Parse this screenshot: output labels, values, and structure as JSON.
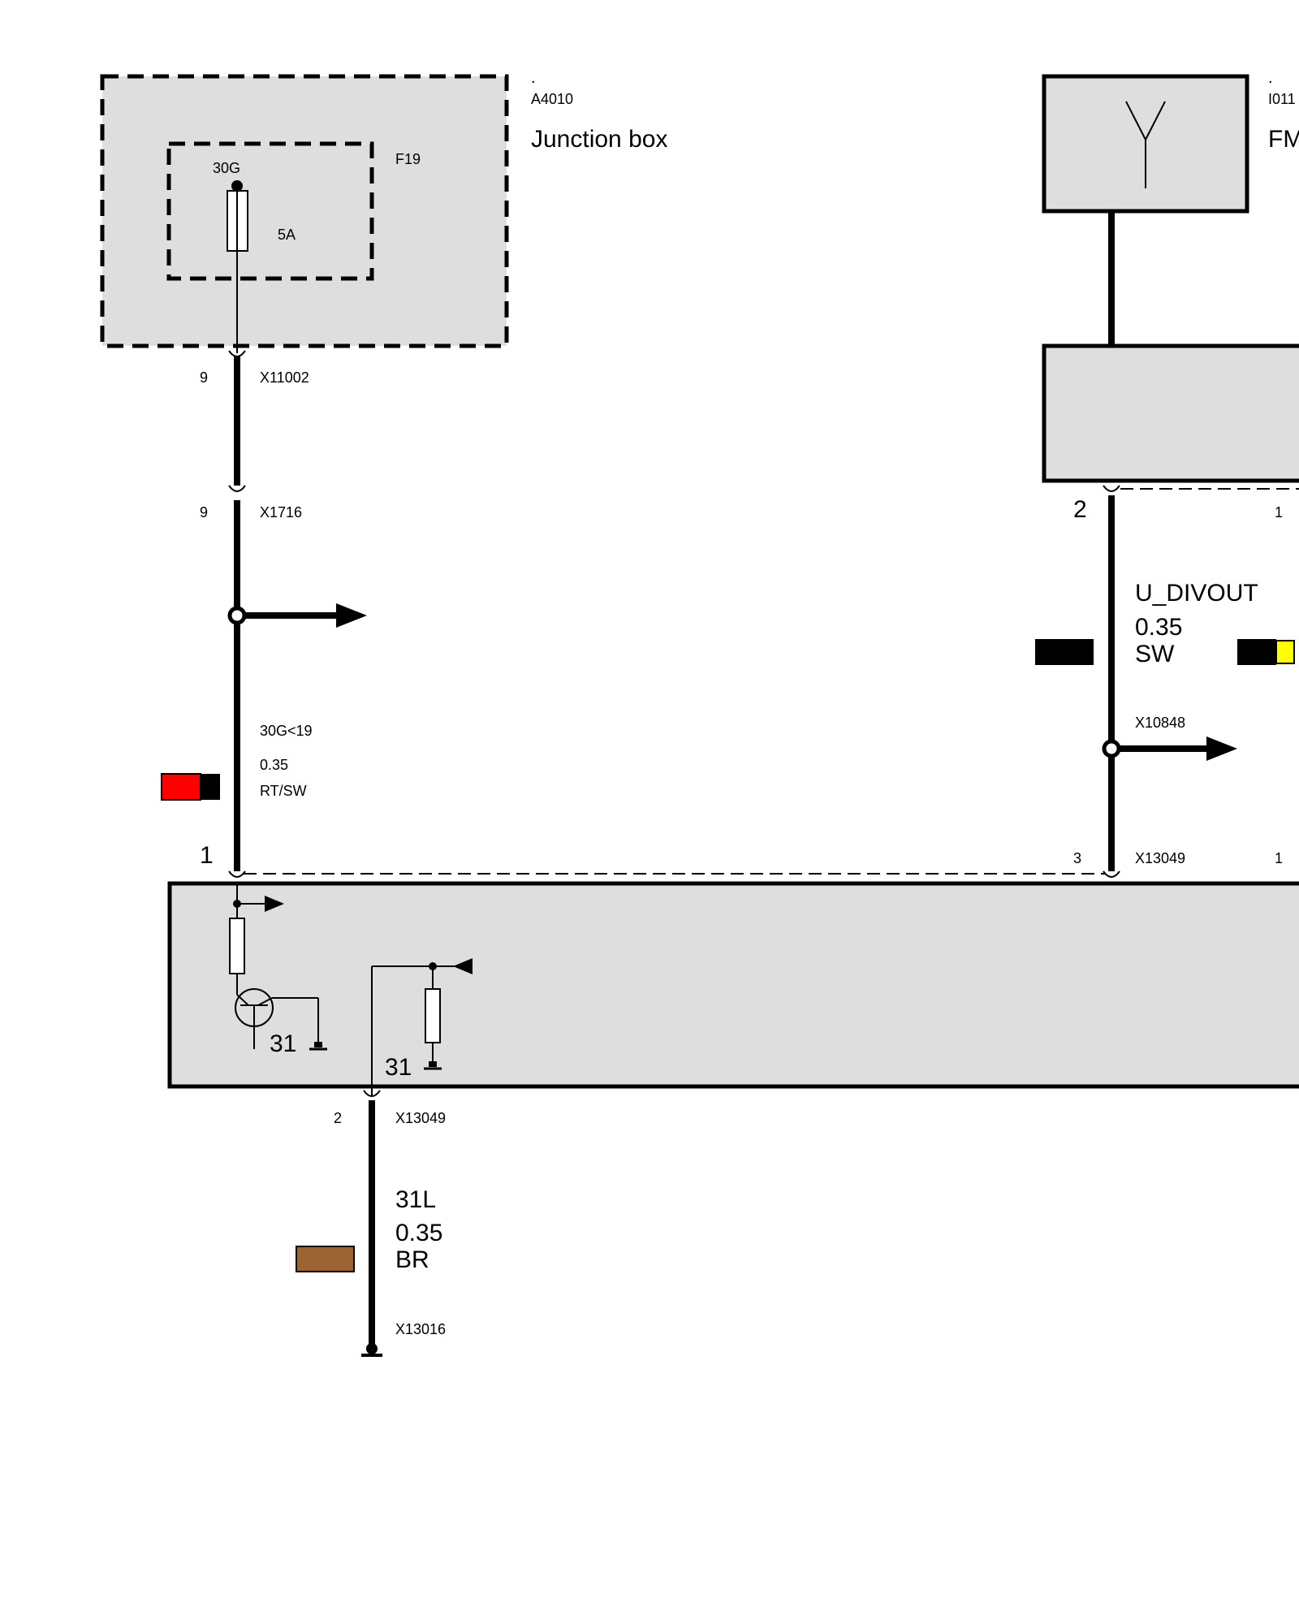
{
  "components": {
    "junction_box": {
      "dot": ".",
      "id": "A4010",
      "name": "Junction box"
    },
    "fm_antenna": {
      "dot": ".",
      "id": "I011",
      "name": "FM"
    }
  },
  "fuse": {
    "id": "F19",
    "terminal": "30G",
    "rating": "5A"
  },
  "connectors": {
    "x11002": {
      "pin": "9",
      "id": "X11002"
    },
    "x1716": {
      "pin": "9",
      "id": "X1716"
    },
    "x13049_pin1": {
      "pin": "1"
    },
    "x13049_pin3": {
      "pin": "3",
      "id": "X13049"
    },
    "x13049_pin1_right": {
      "pin": "1"
    },
    "x13049_pin2": {
      "pin": "2",
      "id": "X13049"
    },
    "antenna_pin2": {
      "pin": "2"
    },
    "antenna_pin1": {
      "pin": "1"
    },
    "x10848": {
      "id": "X10848"
    },
    "x13016": {
      "id": "X13016"
    }
  },
  "wires": {
    "supply": {
      "signal": "30G<19",
      "size": "0.35",
      "color_code": "RT/SW",
      "colors": [
        "#ff0000",
        "#000000"
      ]
    },
    "divout": {
      "signal": "U_DIVOUT",
      "size": "0.35",
      "color_code": "SW",
      "colors": [
        "#000000"
      ],
      "colors_right": [
        "#000000",
        "#ffff00"
      ]
    },
    "ground": {
      "signal": "31L",
      "size": "0.35",
      "color_code": "BR",
      "colors": [
        "#9c6433"
      ]
    }
  },
  "internal_grounds": {
    "transistor": "31",
    "resistor": "31"
  },
  "icons": [
    "antenna-icon",
    "fuse-icon",
    "transistor-icon",
    "resistor-icon",
    "ground-icon",
    "arrow-icon"
  ]
}
